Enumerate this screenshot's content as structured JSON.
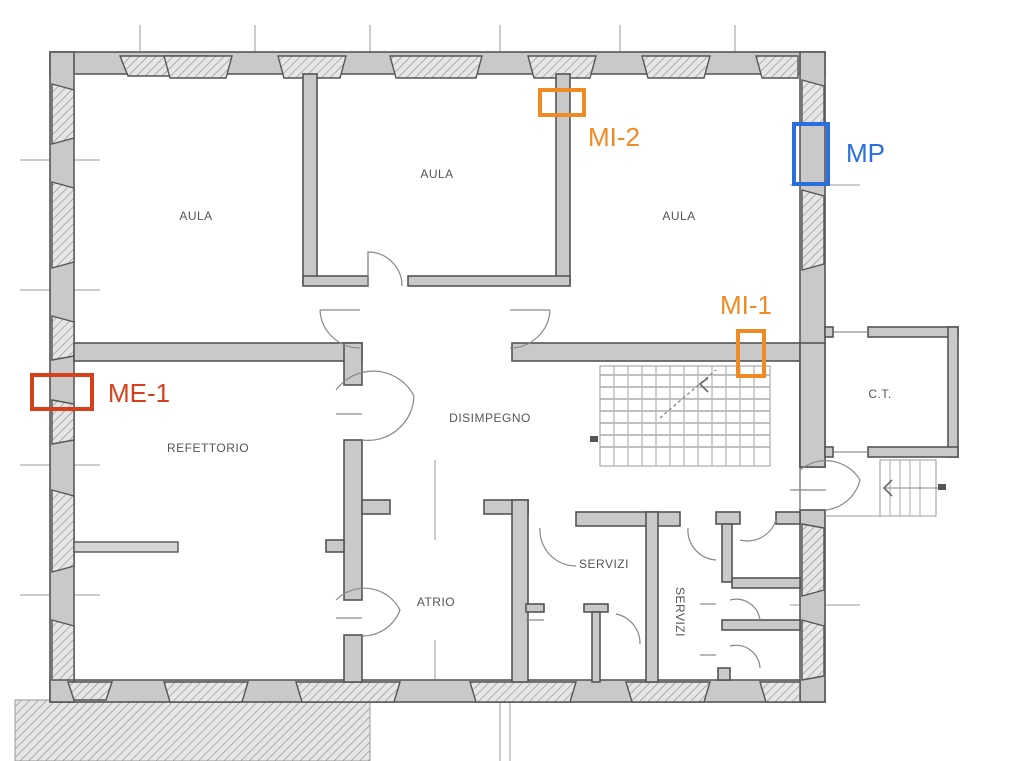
{
  "rooms": {
    "aula_left": "AULA",
    "aula_center": "AULA",
    "aula_right": "AULA",
    "disimpegno": "DISIMPEGNO",
    "refettorio": "REFETTORIO",
    "atrio": "ATRIO",
    "servizi_a": "SERVIZI",
    "servizi_b": "SERVIZI",
    "ct": "C.T."
  },
  "markers": [
    {
      "id": "mi2",
      "label": "MI-2",
      "color": "#f08a24"
    },
    {
      "id": "mp",
      "label": "MP",
      "color": "#2a6fdb"
    },
    {
      "id": "mi1",
      "label": "MI-1",
      "color": "#f08a24"
    },
    {
      "id": "me1",
      "label": "ME-1",
      "color": "#d7401c"
    }
  ],
  "colors": {
    "wall_fill": "#c9c9c9",
    "line": "#555555",
    "label": "#555555"
  }
}
